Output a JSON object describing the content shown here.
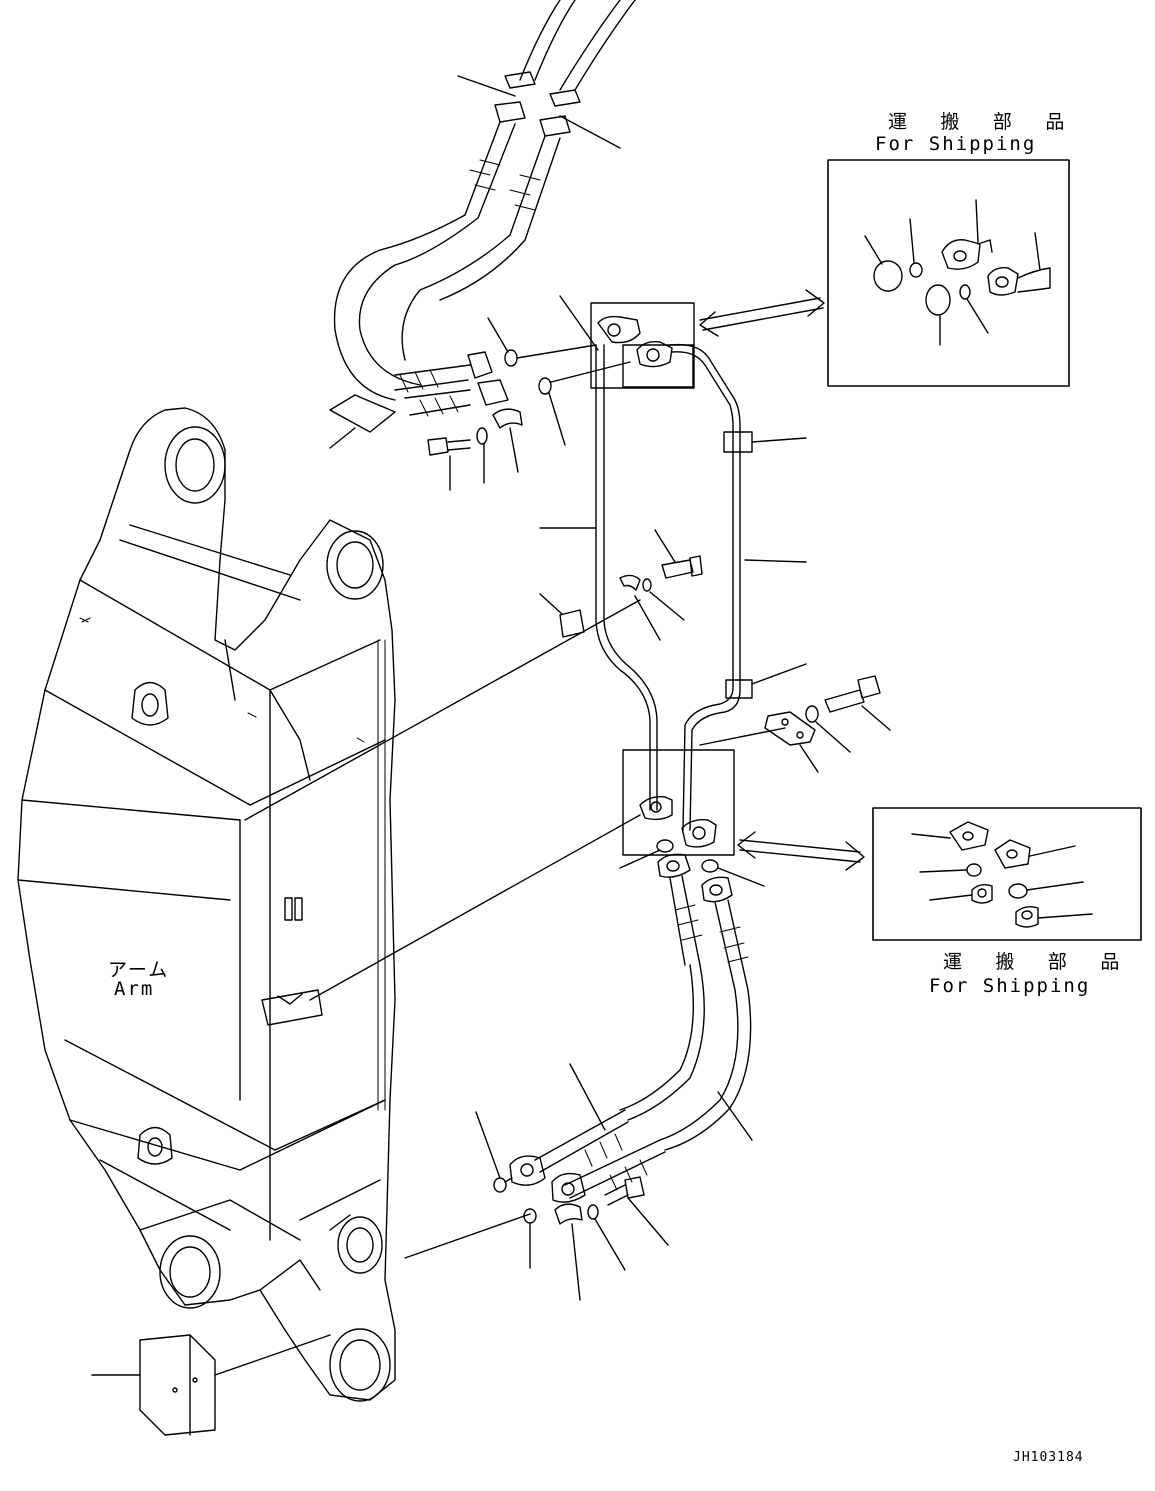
{
  "labels": {
    "shipping_top_jp": "運 搬 部 品",
    "shipping_top_en": "For Shipping",
    "shipping_bottom_jp": "運 搬 部 品",
    "shipping_bottom_en": "For Shipping",
    "arm_jp": "アーム",
    "arm_en": "Arm",
    "drawing_number": "JH103184"
  },
  "colors": {
    "ink": "#000000",
    "paper": "#ffffff"
  }
}
